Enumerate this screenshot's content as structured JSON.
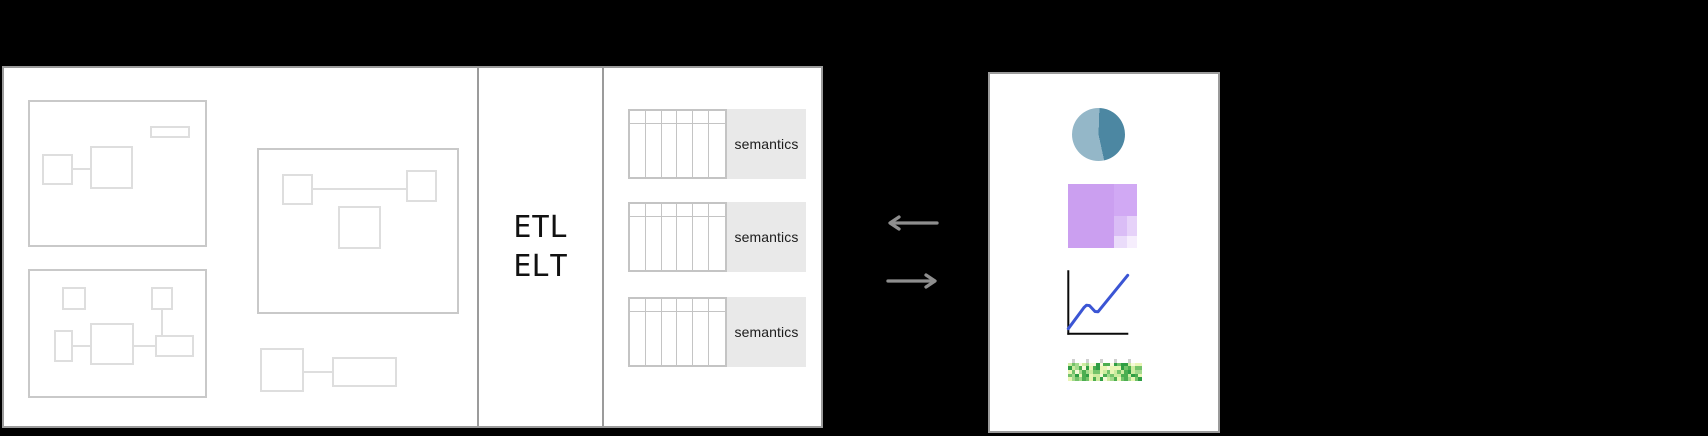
{
  "left_panel": {
    "etl": {
      "line1": "ETL",
      "line2": "ELT"
    },
    "tables": {
      "items": [
        {
          "label": "semantics"
        },
        {
          "label": "semantics"
        },
        {
          "label": "semantics"
        }
      ],
      "columns_per_table": 6
    }
  },
  "arrows": {
    "left": "to-sources",
    "right": "to-consumers"
  },
  "colors": {
    "background": "#000000",
    "panel_border": "#9b9b9b",
    "schema_border": "#c9c9c9",
    "entity_border": "#dedede",
    "table_grid": "#c4c4c4",
    "semantics_bg": "#e9e9e9",
    "arrow": "#8e8e8e",
    "text": "#111111"
  },
  "visualizations": {
    "pie": {
      "type": "pie",
      "slices": [
        {
          "value": 46,
          "color": "#4c87a2"
        },
        {
          "value": 54,
          "color": "#94b7c8"
        }
      ]
    },
    "treemap": {
      "type": "treemap",
      "block_colors": [
        "#cb9ff0",
        "#d1a9f4",
        "#dabdf6",
        "#e6d2f9",
        "#eadcfa",
        "#f6eefd"
      ]
    },
    "line": {
      "type": "line",
      "color": "#3b55d4",
      "points": [
        [
          2.3,
          60.7
        ],
        [
          18,
          39.5
        ],
        [
          20.5,
          37.2
        ],
        [
          23.5,
          37.6
        ],
        [
          29,
          43.5
        ],
        [
          32,
          43.8
        ],
        [
          61.7,
          7.3
        ]
      ]
    },
    "heatmap": {
      "type": "heatmap",
      "rows": 6,
      "cols": 21,
      "palette": [
        "#2f9e44",
        "#4cae50",
        "#74c36a",
        "#a3d98c",
        "#cdeb9f",
        "#e9f5b5",
        "#f6f9d8"
      ],
      "tick_color": "#cfcfcf"
    }
  }
}
